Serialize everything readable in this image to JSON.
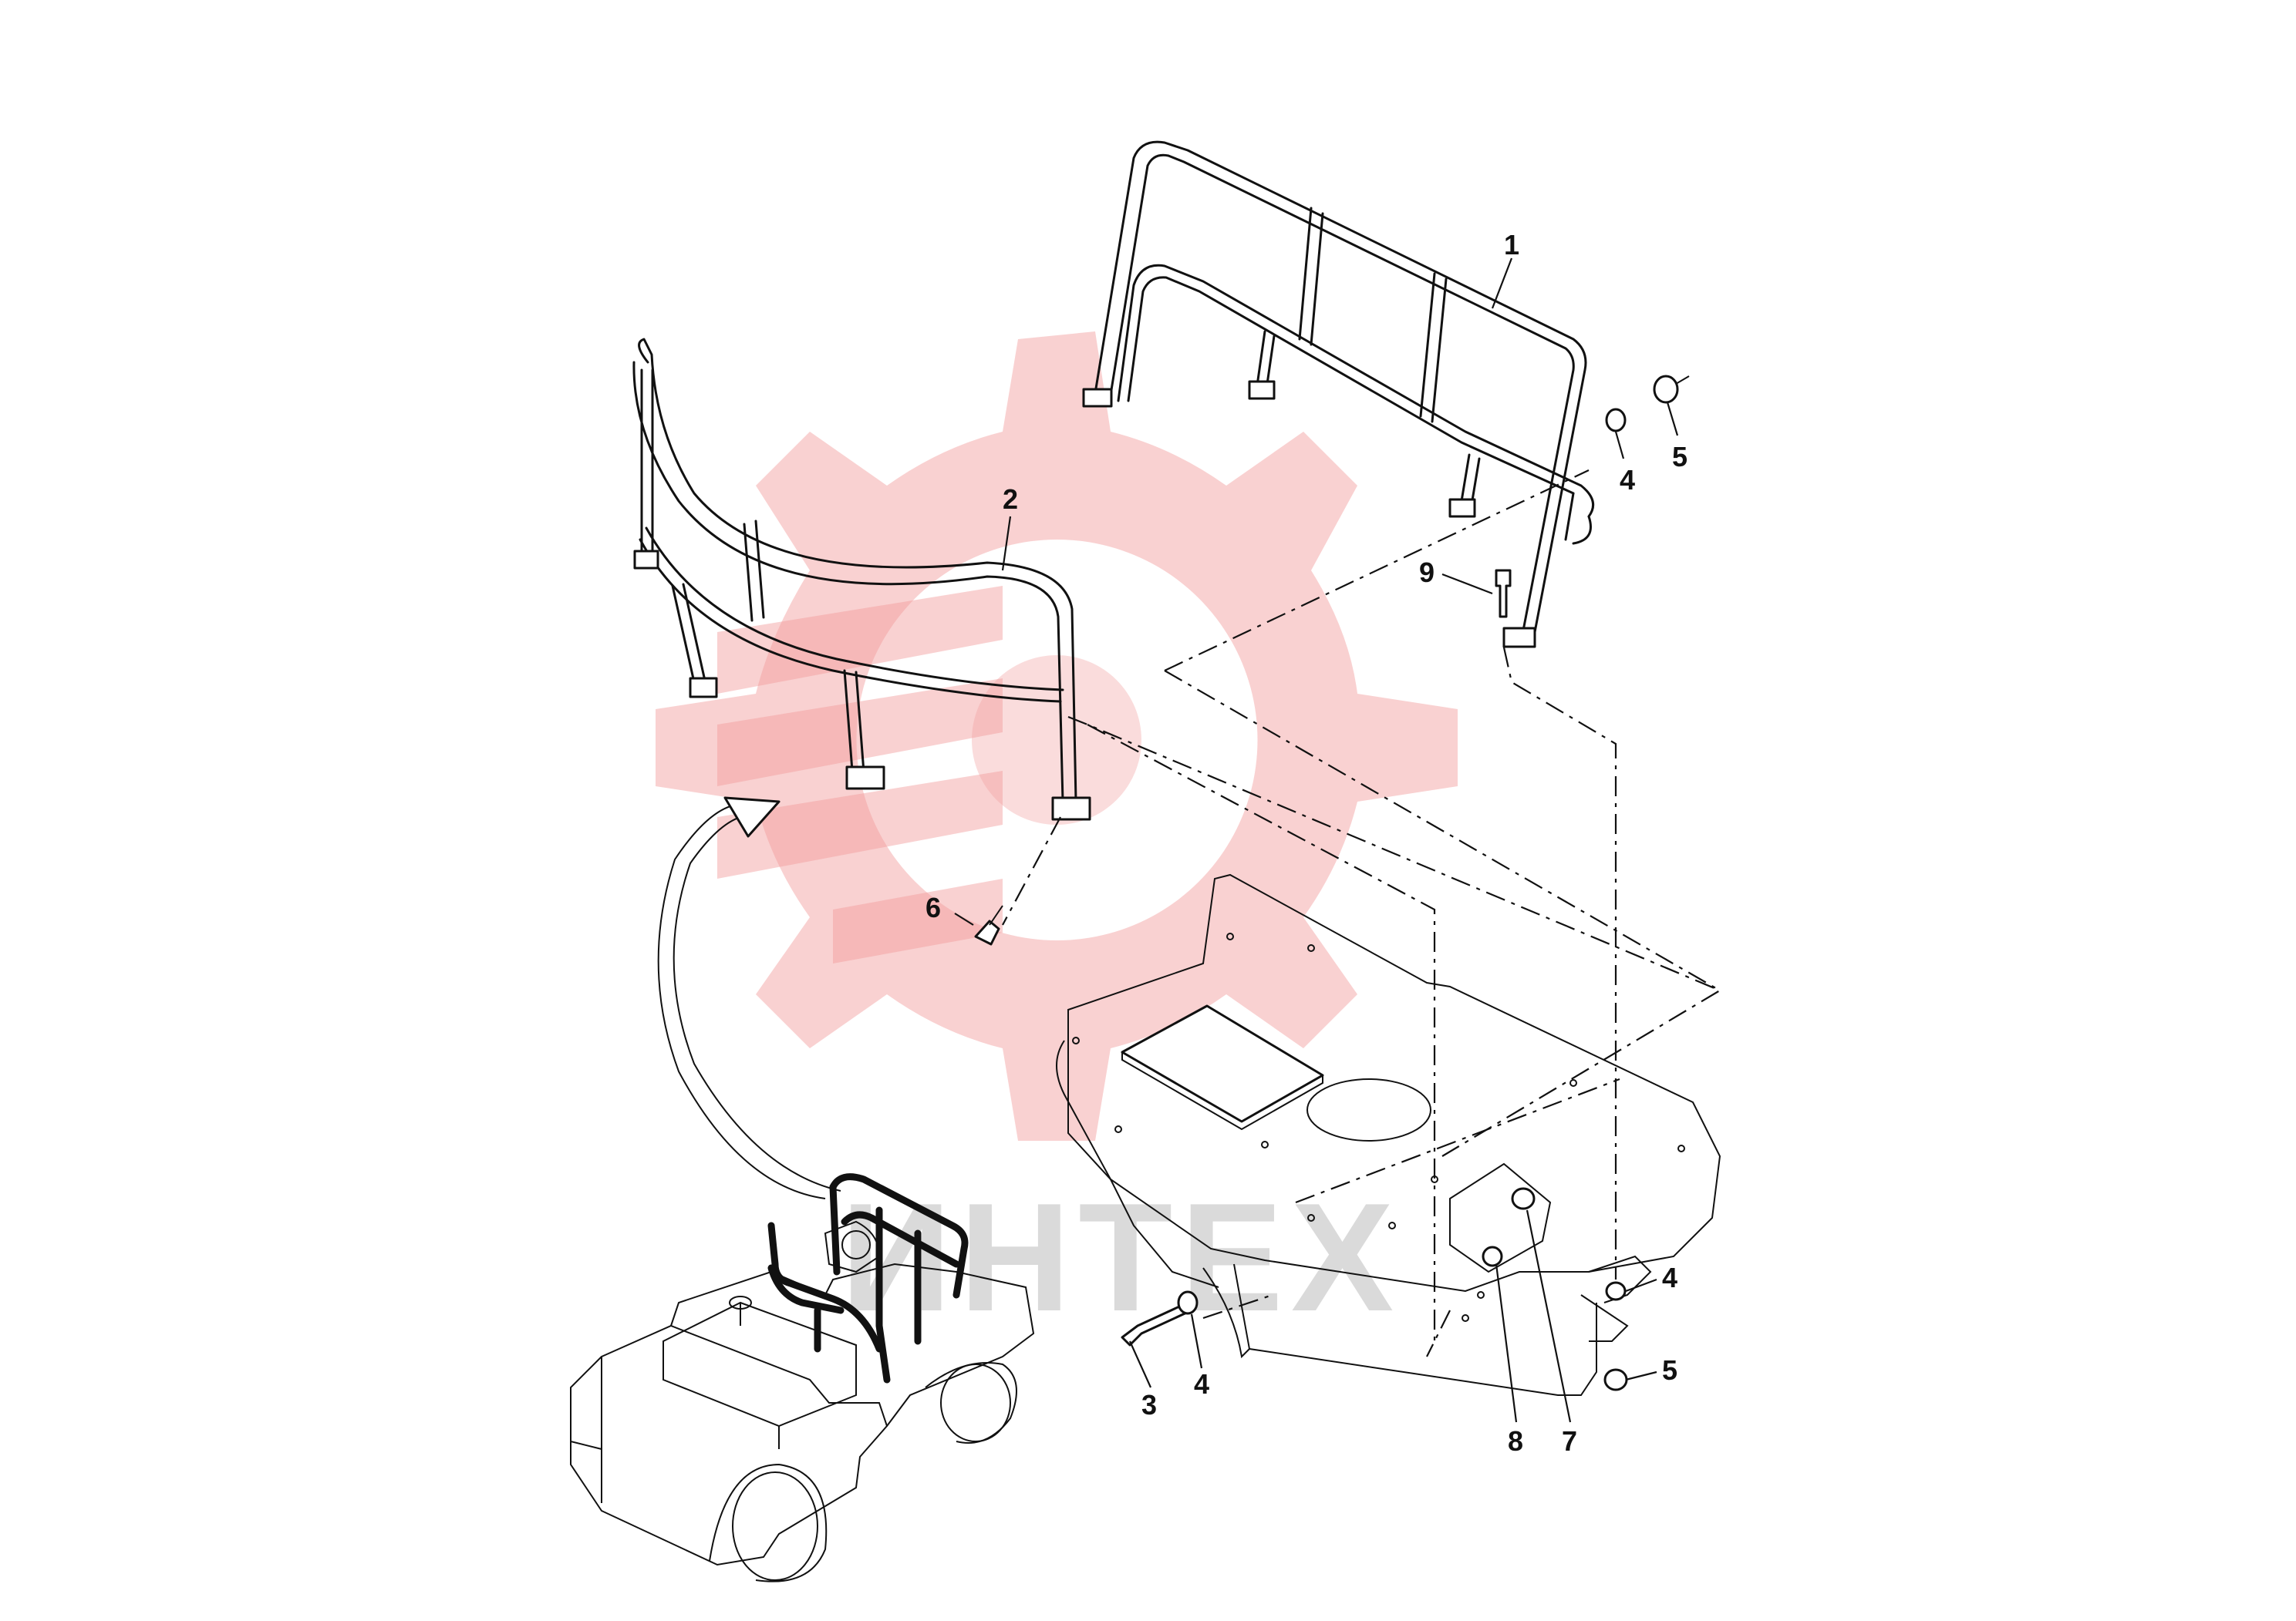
{
  "watermark": {
    "text": "ИНТЕХ",
    "color": "#f29a9a",
    "text_color": "#bdbdbd"
  },
  "callouts": [
    {
      "id": "c1",
      "label": "1"
    },
    {
      "id": "c2",
      "label": "2"
    },
    {
      "id": "c3",
      "label": "3"
    },
    {
      "id": "c4a",
      "label": "4"
    },
    {
      "id": "c5a",
      "label": "5"
    },
    {
      "id": "c4b",
      "label": "4"
    },
    {
      "id": "c4c",
      "label": "4"
    },
    {
      "id": "c5b",
      "label": "5"
    },
    {
      "id": "c6",
      "label": "6"
    },
    {
      "id": "c7",
      "label": "7"
    },
    {
      "id": "c8",
      "label": "8"
    },
    {
      "id": "c9",
      "label": "9"
    }
  ]
}
